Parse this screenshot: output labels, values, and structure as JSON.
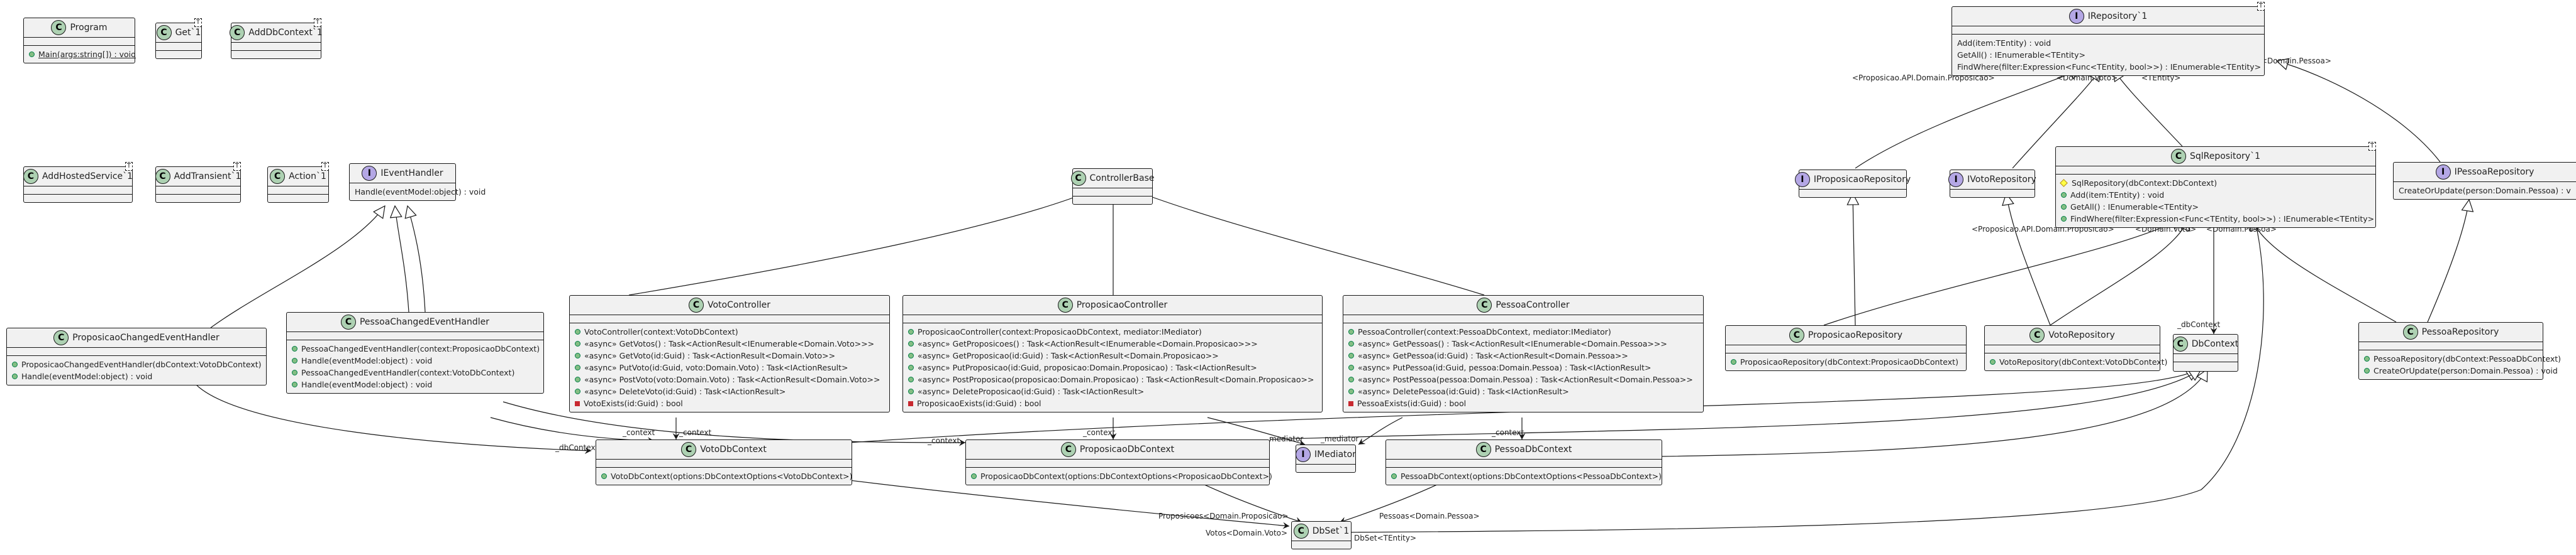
{
  "classes": {
    "program": {
      "name": "Program",
      "members": [
        "Main(args:string[]) : void"
      ]
    },
    "get": {
      "name": "Get`1",
      "generic": "T"
    },
    "adddbcontext": {
      "name": "AddDbContext`1",
      "generic": "T"
    },
    "addhostedservice": {
      "name": "AddHostedService`1",
      "generic": "T"
    },
    "addtransient": {
      "name": "AddTransient`1",
      "generic": "T"
    },
    "action": {
      "name": "Action`1",
      "generic": "T"
    },
    "ieventhandler": {
      "name": "IEventHandler",
      "members": [
        "Handle(eventModel:object) : void"
      ]
    },
    "controllerbase": {
      "name": "ControllerBase"
    },
    "irepository": {
      "name": "IRepository`1",
      "generic": "T",
      "members": [
        "Add(item:TEntity) : void",
        "GetAll() : IEnumerable<TEntity>",
        "FindWhere(filter:Expression<Func<TEntity, bool>>) : IEnumerable<TEntity>"
      ]
    },
    "iproposicaorepository": {
      "name": "IProposicaoRepository"
    },
    "ivotorepository": {
      "name": "IVotoRepository"
    },
    "sqlrepository": {
      "name": "SqlRepository`1",
      "generic": "T",
      "members": [
        "SqlRepository(dbContext:DbContext)",
        "Add(item:TEntity) : void",
        "GetAll() : IEnumerable<TEntity>",
        "FindWhere(filter:Expression<Func<TEntity, bool>>) : IEnumerable<TEntity>"
      ]
    },
    "ipessoarepository": {
      "name": "IPessoaRepository",
      "members": [
        "CreateOrUpdate(person:Domain.Pessoa) : v"
      ]
    },
    "proposicaochanged": {
      "name": "ProposicaoChangedEventHandler",
      "members": [
        "ProposicaoChangedEventHandler(dbContext:VotoDbContext)",
        "Handle(eventModel:object) : void"
      ]
    },
    "pessoachanged": {
      "name": "PessoaChangedEventHandler",
      "members": [
        "PessoaChangedEventHandler(context:ProposicaoDbContext)",
        "Handle(eventModel:object) : void",
        "PessoaChangedEventHandler(context:VotoDbContext)",
        "Handle(eventModel:object) : void"
      ]
    },
    "votocontroller": {
      "name": "VotoController",
      "members": [
        "VotoController(context:VotoDbContext)",
        "«async» GetVotos() : Task<ActionResult<IEnumerable<Domain.Voto>>>",
        "«async» GetVoto(id:Guid) : Task<ActionResult<Domain.Voto>>",
        "«async» PutVoto(id:Guid, voto:Domain.Voto) : Task<IActionResult>",
        "«async» PostVoto(voto:Domain.Voto) : Task<ActionResult<Domain.Voto>>",
        "«async» DeleteVoto(id:Guid) : Task<IActionResult>",
        "VotoExists(id:Guid) : bool"
      ]
    },
    "proposicaocontroller": {
      "name": "ProposicaoController",
      "members": [
        "ProposicaoController(context:ProposicaoDbContext, mediator:IMediator)",
        "«async» GetProposicoes() : Task<ActionResult<IEnumerable<Domain.Proposicao>>>",
        "«async» GetProposicao(id:Guid) : Task<ActionResult<Domain.Proposicao>>",
        "«async» PutProposicao(id:Guid, proposicao:Domain.Proposicao) : Task<IActionResult>",
        "«async» PostProposicao(proposicao:Domain.Proposicao) : Task<ActionResult<Domain.Proposicao>>",
        "«async» DeleteProposicao(id:Guid) : Task<IActionResult>",
        "ProposicaoExists(id:Guid) : bool"
      ]
    },
    "pessoacontroller": {
      "name": "PessoaController",
      "members": [
        "PessoaController(context:PessoaDbContext, mediator:IMediator)",
        "«async» GetPessoas() : Task<ActionResult<IEnumerable<Domain.Pessoa>>>",
        "«async» GetPessoa(id:Guid) : Task<ActionResult<Domain.Pessoa>>",
        "«async» PutPessoa(id:Guid, pessoa:Domain.Pessoa) : Task<IActionResult>",
        "«async» PostPessoa(pessoa:Domain.Pessoa) : Task<ActionResult<Domain.Pessoa>>",
        "«async» DeletePessoa(id:Guid) : Task<IActionResult>",
        "PessoaExists(id:Guid) : bool"
      ]
    },
    "proposicaorepository": {
      "name": "ProposicaoRepository",
      "members": [
        "ProposicaoRepository(dbContext:ProposicaoDbContext)"
      ]
    },
    "votorepository": {
      "name": "VotoRepository",
      "members": [
        "VotoRepository(dbContext:VotoDbContext)"
      ]
    },
    "dbcontext": {
      "name": "DbContext"
    },
    "pessoarepository": {
      "name": "PessoaRepository",
      "members": [
        "PessoaRepository(dbContext:PessoaDbContext)",
        "CreateOrUpdate(person:Domain.Pessoa) : void"
      ]
    },
    "votodbcontext": {
      "name": "VotoDbContext",
      "members": [
        "VotoDbContext(options:DbContextOptions<VotoDbContext>)"
      ]
    },
    "proposicaodbcontext": {
      "name": "ProposicaoDbContext",
      "members": [
        "ProposicaoDbContext(options:DbContextOptions<ProposicaoDbContext>)"
      ]
    },
    "imediator": {
      "name": "IMediator"
    },
    "pessoadbcontext": {
      "name": "PessoaDbContext",
      "members": [
        "PessoaDbContext(options:DbContextOptions<PessoaDbContext>)"
      ]
    },
    "dbset": {
      "name": "DbSet`1"
    }
  },
  "edge_labels": {
    "proposicao_api": "<Proposicao.API.Domain.Proposicao>",
    "domain_voto": "<Domain.Voto>",
    "tentity": "<TEntity>",
    "domain_pessoa": "<Domain.Pessoa>",
    "proposicao_api_2": "<Proposicao.API.Domain.Proposicao>",
    "domain_voto_2": "<Domain.Voto>",
    "domain_pessoa_2": "<Domain.Pessoa>",
    "dbcontext_field": "_dbContext",
    "dbcontext_field_2": "_dbContext",
    "context_1": "_context",
    "context_2": "_context",
    "context_3": "_context",
    "context_4": "_context",
    "context_5": "_context",
    "mediator_1": "_mediator",
    "mediator_2": "_mediator",
    "proposicoes": "Proposicoes<Domain.Proposicao>",
    "pessoas": "Pessoas<Domain.Pessoa>",
    "votos": "Votos<Domain.Voto>",
    "dbset_tentity": "DbSet<TEntity>"
  }
}
